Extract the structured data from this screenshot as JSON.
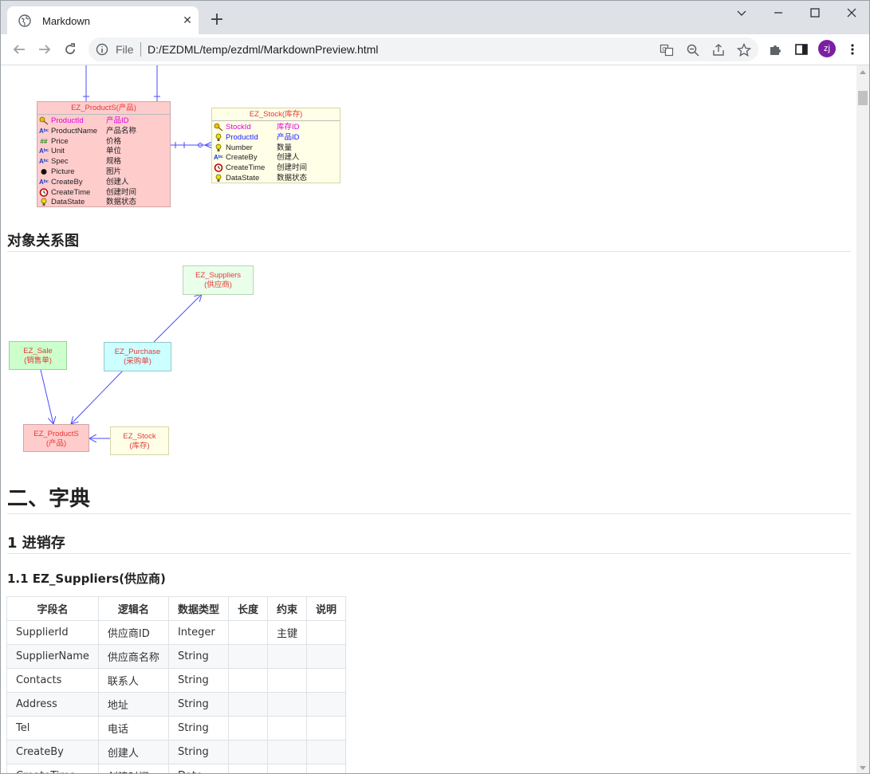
{
  "tab": {
    "title": "Markdown",
    "close_label": "✕"
  },
  "toolbar": {
    "scheme": "File",
    "url": "D:/EZDML/temp/ezdml/MarkdownPreview.html",
    "avatar_text": "zj"
  },
  "product_entity": {
    "title": "EZ_ProductS(产品)",
    "rows": [
      {
        "field": "ProductId",
        "label": "产品ID",
        "icon": "key-icon"
      },
      {
        "field": "ProductName",
        "label": "产品名称",
        "icon": "string-icon"
      },
      {
        "field": "Price",
        "label": "价格",
        "icon": "number-icon"
      },
      {
        "field": "Unit",
        "label": "单位",
        "icon": "string-icon"
      },
      {
        "field": "Spec",
        "label": "规格",
        "icon": "string-icon"
      },
      {
        "field": "Picture",
        "label": "图片",
        "icon": "blob-icon"
      },
      {
        "field": "CreateBy",
        "label": "创建人",
        "icon": "string-icon"
      },
      {
        "field": "CreateTime",
        "label": "创建时间",
        "icon": "clock-icon"
      },
      {
        "field": "DataState",
        "label": "数据状态",
        "icon": "bulb-icon"
      }
    ]
  },
  "stock_entity": {
    "title": "EZ_Stock(库存)",
    "rows": [
      {
        "field": "StockId",
        "label": "库存ID",
        "icon": "key-icon"
      },
      {
        "field": "ProductId",
        "label": "产品ID",
        "icon": "bulb-icon"
      },
      {
        "field": "Number",
        "label": "数量",
        "icon": "bulb-icon"
      },
      {
        "field": "CreateBy",
        "label": "创建人",
        "icon": "string-icon"
      },
      {
        "field": "CreateTime",
        "label": "创建时间",
        "icon": "clock-icon"
      },
      {
        "field": "DataState",
        "label": "数据状态",
        "icon": "bulb-icon"
      }
    ]
  },
  "section_object_diagram": "对象关系图",
  "objects": {
    "suppliers": {
      "name": "EZ_Suppliers",
      "cn": "(供应商)"
    },
    "sale": {
      "name": "EZ_Sale",
      "cn": "(销售单)"
    },
    "purchase": {
      "name": "EZ_Purchase",
      "cn": "(采购单)"
    },
    "products": {
      "name": "EZ_ProductS",
      "cn": "(产品)"
    },
    "stock": {
      "name": "EZ_Stock",
      "cn": "(库存)"
    }
  },
  "section_dictionary": "二、字典",
  "section_inventory": "1 进销存",
  "section_suppliers": "1.1 EZ_Suppliers(供应商)",
  "table": {
    "headers": [
      "字段名",
      "逻辑名",
      "数据类型",
      "长度",
      "约束",
      "说明"
    ],
    "rows": [
      [
        "SupplierId",
        "供应商ID",
        "Integer",
        "",
        "主键",
        ""
      ],
      [
        "SupplierName",
        "供应商名称",
        "String",
        "",
        "",
        ""
      ],
      [
        "Contacts",
        "联系人",
        "String",
        "",
        "",
        ""
      ],
      [
        "Address",
        "地址",
        "String",
        "",
        "",
        ""
      ],
      [
        "Tel",
        "电话",
        "String",
        "",
        "",
        ""
      ],
      [
        "CreateBy",
        "创建人",
        "String",
        "",
        "",
        ""
      ],
      [
        "CreateTime",
        "创建时间",
        "Date",
        "",
        "",
        ""
      ]
    ]
  },
  "colors": {
    "pk": "#e000e0",
    "fk": "#1a1aff",
    "normal": "#222222",
    "accent": "#e53935",
    "line": "#4a4aff"
  }
}
